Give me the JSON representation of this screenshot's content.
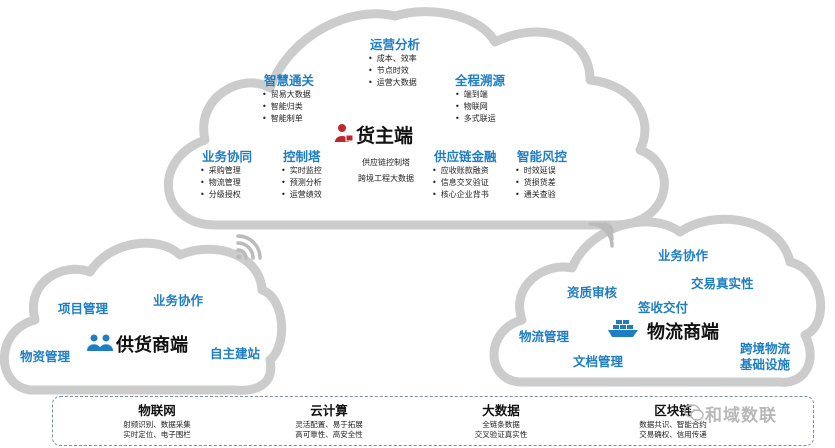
{
  "top_cloud": {
    "title": "货主端",
    "center_lines": [
      "供应链控制塔",
      "跨境工程大数据"
    ],
    "groups": [
      {
        "key": "ops",
        "title": "运营分析",
        "items": [
          "成本、效率",
          "节点时效",
          "运营大数据"
        ]
      },
      {
        "key": "smart",
        "title": "智慧通关",
        "items": [
          "贸易大数据",
          "智能归类",
          "智能制单"
        ]
      },
      {
        "key": "trace",
        "title": "全程溯源",
        "items": [
          "端到端",
          "物联网",
          "多式联运"
        ]
      },
      {
        "key": "collab",
        "title": "业务协同",
        "items": [
          "采购管理",
          "物流管理",
          "分级授权"
        ]
      },
      {
        "key": "control",
        "title": "控制塔",
        "items": [
          "实时监控",
          "预测分析",
          "运营绩效"
        ]
      },
      {
        "key": "finance",
        "title": "供应链金融",
        "items": [
          "应收账款融资",
          "信息交叉验证",
          "核心企业背书"
        ]
      },
      {
        "key": "risk",
        "title": "智能风控",
        "items": [
          "时效延误",
          "货损货差",
          "通关查验"
        ]
      }
    ]
  },
  "left_cloud": {
    "title": "供货商端",
    "labels": {
      "project": "项目管理",
      "collab": "业务协作",
      "material": "物资管理",
      "build": "自主建站"
    }
  },
  "right_cloud": {
    "title": "物流商端",
    "labels": {
      "collab": "业务协作",
      "qualify": "资质审核",
      "trade": "交易真实性",
      "sign": "签收交付",
      "logistics": "物流管理",
      "docs": "文档管理",
      "infra1": "跨境物流",
      "infra2": "基础设施"
    }
  },
  "bottom_bar": {
    "columns": [
      {
        "title": "物联网",
        "lines": [
          "射频识别、数据采集",
          "实时定位、电子围栏"
        ]
      },
      {
        "title": "云计算",
        "lines": [
          "灵活配置、易于拓展",
          "高可靠性、高安全性"
        ]
      },
      {
        "title": "大数据",
        "lines": [
          "全链条数据",
          "交叉验证真实性"
        ]
      },
      {
        "title": "区块链",
        "lines": [
          "数据共识、智能合约",
          "交易确权、信用传递"
        ]
      }
    ]
  },
  "watermark": "和域数联",
  "colors": {
    "accent": "#1f7ec2",
    "cloud_stroke": "#cfcfcf",
    "icon_red": "#c0272d",
    "icon_blue": "#1f7ec2"
  }
}
